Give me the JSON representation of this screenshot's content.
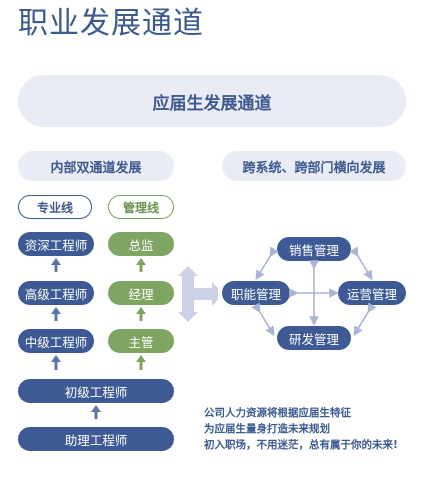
{
  "title": "职业发展通道",
  "banner": "应届生发展通道",
  "left_section": {
    "heading": "内部双通道发展",
    "professional_tag": "专业线",
    "management_tag": "管理线",
    "professional_levels": [
      "资深工程师",
      "高级工程师",
      "中级工程师"
    ],
    "management_levels": [
      "总监",
      "经理",
      "主管"
    ],
    "shared_levels": [
      "初级工程师",
      "助理工程师"
    ]
  },
  "right_section": {
    "heading": "跨系统、跨部门横向发展",
    "nodes": {
      "top": "销售管理",
      "left": "职能管理",
      "right": "运营管理",
      "bottom": "研发管理"
    }
  },
  "notes": [
    "公司人力资源将根据应届生特征",
    "为应届生量身打造未来规划",
    "初入职场，不用迷茫，总有属于你的未来!"
  ],
  "colors": {
    "primary_blue": "#3e5a95",
    "accent_green": "#7ea562",
    "banner_bg": "#e9ebf5",
    "arrow_light": "#cdd1e6"
  }
}
